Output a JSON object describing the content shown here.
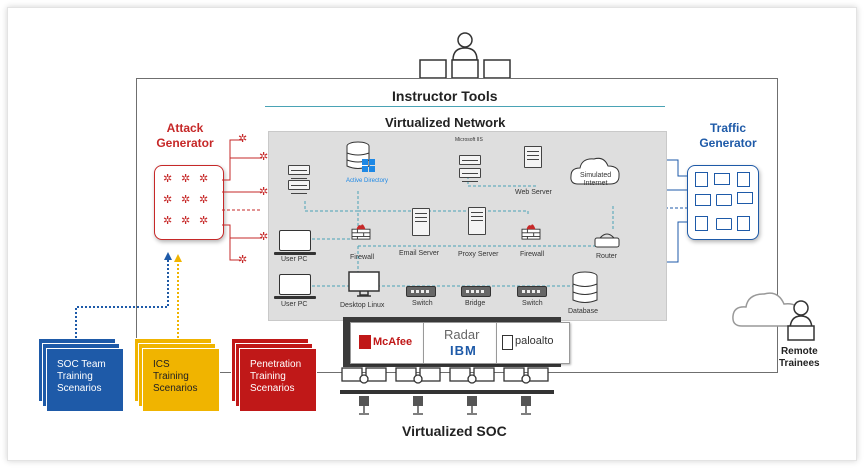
{
  "titles": {
    "instructor_tools": "Instructor Tools",
    "virtualized_network": "Virtualized Network",
    "attack_generator": "Attack\nGenerator",
    "traffic_generator": "Traffic\nGenerator",
    "virtualized_soc": "Virtualized SOC",
    "remote_trainees": "Remote\nTrainees"
  },
  "network_labels": {
    "active_directory": "Active Directory",
    "microsoft_iis": "Microsoft IIS",
    "web_server": "Web Server",
    "simulated_internet": "Simulated\nInternet",
    "user_pc_1": "User PC",
    "firewall_1": "Firewall",
    "email_server": "Email Server",
    "proxy_server": "Proxy Server",
    "firewall_2": "Firewall",
    "router": "Router",
    "user_pc_2": "User PC",
    "desktop_linux": "Desktop Linux",
    "switch_1": "Switch",
    "bridge": "Bridge",
    "switch_2": "Switch",
    "database": "Database"
  },
  "scenarios": [
    {
      "label": "SOC Team\nTraining\nScenarios",
      "color": "#1e5aa8"
    },
    {
      "label": "ICS\nTraining\nScenarios",
      "color": "#f0b400"
    },
    {
      "label": "Penetration\nTraining\nScenarios",
      "color": "#c01818"
    }
  ],
  "vendors": {
    "mcafee": "McAfee",
    "qradar_top": "Radar",
    "qradar_bottom": "IBM",
    "paloalto": "paloalto"
  },
  "colors": {
    "attack": "#c62828",
    "traffic": "#1e5aa8",
    "network_bg": "#dedede",
    "link": "#4aa3b5"
  }
}
